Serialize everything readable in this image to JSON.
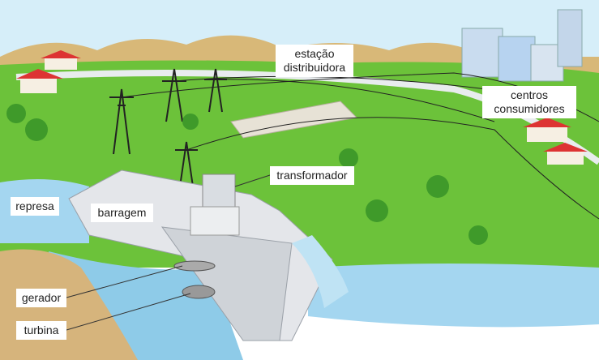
{
  "labels": {
    "estacao_line1": "estação",
    "estacao_line2": "distribuidora",
    "centros_line1": "centros",
    "centros_line2": "consumidores",
    "transformador": "transformador",
    "represa": "represa",
    "barragem": "barragem",
    "gerador": "gerador",
    "turbina": "turbina"
  },
  "colors": {
    "sky": "#cfe9f7",
    "grass": "#6cc23a",
    "water": "#9fd3ee",
    "dam": "#e4e6ea",
    "soil": "#d8b782"
  }
}
